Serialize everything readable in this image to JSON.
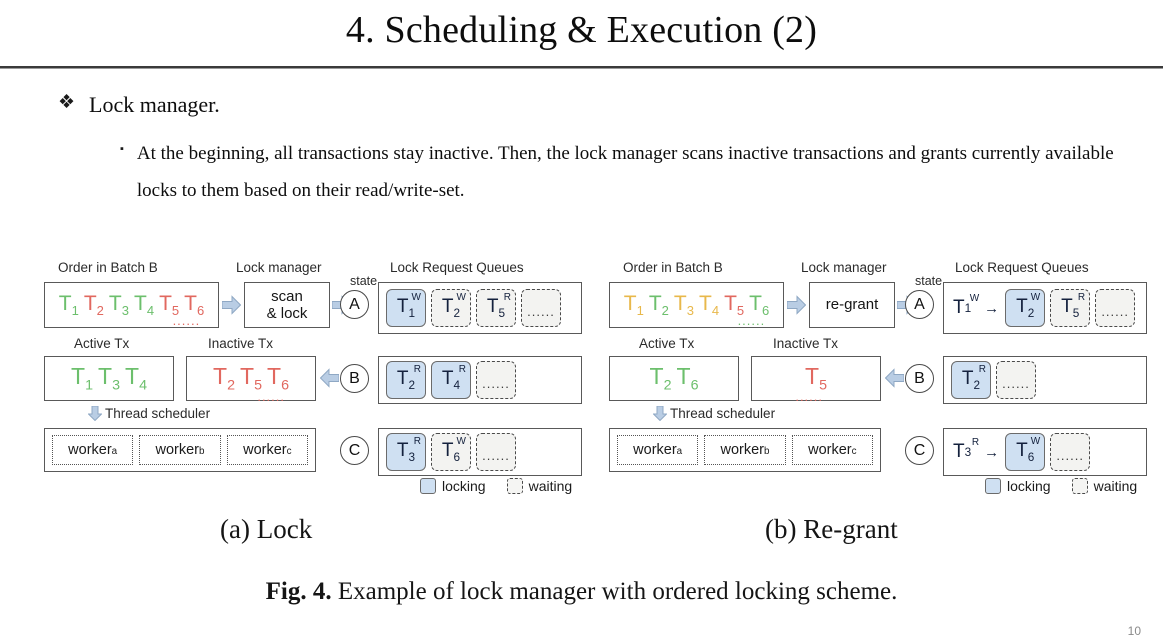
{
  "slide": {
    "title": "4. Scheduling & Execution (2)",
    "page_number": "10",
    "bullets": {
      "level1_mark": "❖",
      "level1_text": "Lock manager.",
      "level2_mark": "▪",
      "level2_text": "At the beginning, all transactions stay inactive. Then, the lock manager scans inactive transactions and grants currently available locks to them based on their read/write-set."
    }
  },
  "colors": {
    "green": "#6cbf6c",
    "red": "#e1685f",
    "gold": "#e8b84b",
    "locking_fill": "#cfe0f2",
    "arrow": "#b9cde4"
  },
  "figure": {
    "caption_prefix": "Fig. 4.",
    "caption_text": "Example of lock manager with ordered locking scheme.",
    "headers": {
      "order": "Order in Batch B",
      "lock_manager": "Lock manager",
      "queues": "Lock Request Queues",
      "active": "Active Tx",
      "inactive": "Inactive Tx",
      "state": "state",
      "thread_scheduler": "Thread scheduler"
    },
    "legend": {
      "locking": "locking",
      "waiting": "waiting"
    },
    "dots": "......",
    "panels": [
      {
        "id": "a",
        "subcaption": "(a) Lock",
        "batch_order": [
          {
            "label": "T",
            "idx": "1",
            "color": "green"
          },
          {
            "label": "T",
            "idx": "2",
            "color": "red"
          },
          {
            "label": "T",
            "idx": "3",
            "color": "green"
          },
          {
            "label": "T",
            "idx": "4",
            "color": "green"
          },
          {
            "label": "T",
            "idx": "5",
            "color": "red"
          },
          {
            "label": "T",
            "idx": "6",
            "color": "red"
          }
        ],
        "lock_manager_lines": [
          "scan",
          "& lock"
        ],
        "active_tx": [
          {
            "label": "T",
            "idx": "1",
            "color": "green"
          },
          {
            "label": "T",
            "idx": "3",
            "color": "green"
          },
          {
            "label": "T",
            "idx": "4",
            "color": "green"
          }
        ],
        "inactive_tx": [
          {
            "label": "T",
            "idx": "2",
            "color": "red"
          },
          {
            "label": "T",
            "idx": "5",
            "color": "red"
          },
          {
            "label": "T",
            "idx": "6",
            "color": "red"
          }
        ],
        "workers": [
          {
            "name": "worker",
            "sub": "a"
          },
          {
            "name": "worker",
            "sub": "b"
          },
          {
            "name": "worker",
            "sub": "c"
          }
        ],
        "queues": [
          {
            "state": "A",
            "cells": [
              {
                "kind": "locking",
                "label": "T",
                "idx": "1",
                "mode": "W"
              },
              {
                "kind": "waiting",
                "label": "T",
                "idx": "2",
                "mode": "W"
              },
              {
                "kind": "waiting",
                "label": "T",
                "idx": "5",
                "mode": "R"
              },
              {
                "kind": "waiting-dots"
              }
            ]
          },
          {
            "state": "B",
            "cells": [
              {
                "kind": "locking",
                "label": "T",
                "idx": "2",
                "mode": "R"
              },
              {
                "kind": "locking",
                "label": "T",
                "idx": "4",
                "mode": "R"
              },
              {
                "kind": "waiting-dots"
              }
            ]
          },
          {
            "state": "C",
            "cells": [
              {
                "kind": "locking",
                "label": "T",
                "idx": "3",
                "mode": "R"
              },
              {
                "kind": "waiting",
                "label": "T",
                "idx": "6",
                "mode": "W"
              },
              {
                "kind": "waiting-dots"
              }
            ]
          }
        ]
      },
      {
        "id": "b",
        "subcaption": "(b) Re-grant",
        "batch_order": [
          {
            "label": "T",
            "idx": "1",
            "color": "gold"
          },
          {
            "label": "T",
            "idx": "2",
            "color": "green"
          },
          {
            "label": "T",
            "idx": "3",
            "color": "gold"
          },
          {
            "label": "T",
            "idx": "4",
            "color": "gold"
          },
          {
            "label": "T",
            "idx": "5",
            "color": "red"
          },
          {
            "label": "T",
            "idx": "6",
            "color": "green"
          }
        ],
        "lock_manager_lines": [
          "re-grant"
        ],
        "active_tx": [
          {
            "label": "T",
            "idx": "2",
            "color": "green"
          },
          {
            "label": "T",
            "idx": "6",
            "color": "green"
          }
        ],
        "inactive_tx": [
          {
            "label": "T",
            "idx": "5",
            "color": "red"
          }
        ],
        "workers": [
          {
            "name": "worker",
            "sub": "a"
          },
          {
            "name": "worker",
            "sub": "b"
          },
          {
            "name": "worker",
            "sub": "c"
          }
        ],
        "queues": [
          {
            "state": "A",
            "cells": [
              {
                "kind": "plain-arrow",
                "label": "T",
                "idx": "1",
                "mode": "W"
              },
              {
                "kind": "locking",
                "label": "T",
                "idx": "2",
                "mode": "W"
              },
              {
                "kind": "waiting",
                "label": "T",
                "idx": "5",
                "mode": "R"
              },
              {
                "kind": "waiting-dots"
              }
            ]
          },
          {
            "state": "B",
            "cells": [
              {
                "kind": "locking",
                "label": "T",
                "idx": "2",
                "mode": "R"
              },
              {
                "kind": "waiting-dots"
              }
            ]
          },
          {
            "state": "C",
            "cells": [
              {
                "kind": "plain-arrow",
                "label": "T",
                "idx": "3",
                "mode": "R"
              },
              {
                "kind": "locking",
                "label": "T",
                "idx": "6",
                "mode": "W"
              },
              {
                "kind": "waiting-dots"
              }
            ]
          }
        ]
      }
    ]
  }
}
